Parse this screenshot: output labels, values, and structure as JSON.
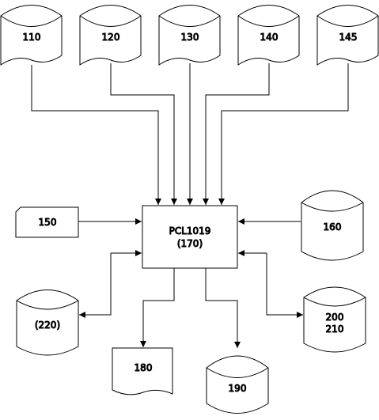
{
  "diagram": {
    "storage_top": [
      "110",
      "120",
      "130",
      "140",
      "145"
    ],
    "card_input": "150",
    "process": {
      "line1": "PCL1019",
      "line2": "(170)"
    },
    "storage_right": "160",
    "storage_left": "(220)",
    "storage_bottom_right": {
      "line1": "200",
      "line2": "210"
    },
    "document_output": "180",
    "storage_output": "190"
  }
}
